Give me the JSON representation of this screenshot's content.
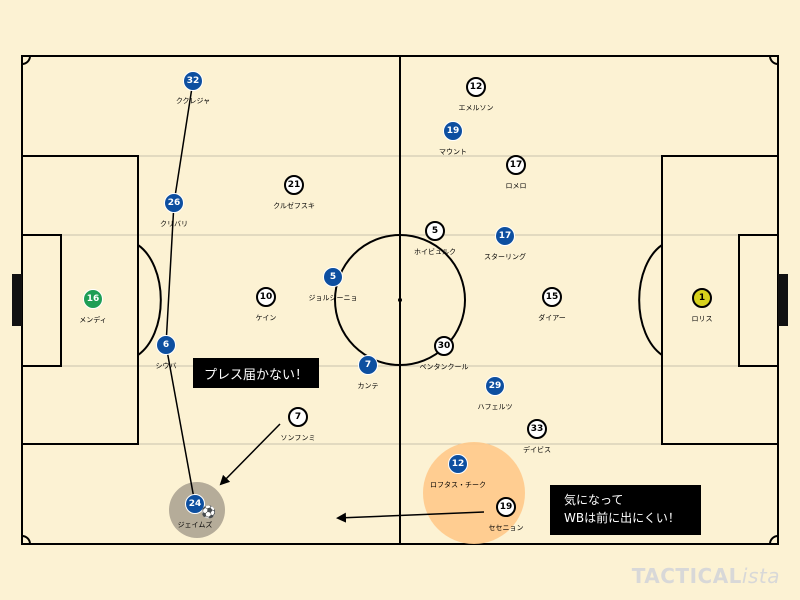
{
  "colors": {
    "background": "#fcf2d3",
    "away_team": "#0d4fa0",
    "home_team": "#ffffff",
    "away_goalkeeper": "#1e9e55",
    "home_goalkeeper": "#d7d21c",
    "highlight_zone": "#ffc98a",
    "focus_zone": "#b5ac99"
  },
  "players": [
    {
      "id": "p-away-32",
      "team": "away",
      "number": "32",
      "name": "ククレジャ"
    },
    {
      "id": "p-away-26",
      "team": "away",
      "number": "26",
      "name": "クリバリ"
    },
    {
      "id": "p-away-6",
      "team": "away",
      "number": "6",
      "name": "シウバ"
    },
    {
      "id": "p-away-16",
      "team": "gk-away",
      "number": "16",
      "name": "メンディ"
    },
    {
      "id": "p-away-5",
      "team": "away",
      "number": "5",
      "name": "ジョルジーニョ"
    },
    {
      "id": "p-away-7",
      "team": "away",
      "number": "7",
      "name": "カンテ"
    },
    {
      "id": "p-away-24",
      "team": "away",
      "number": "24",
      "name": "ジェイムズ"
    },
    {
      "id": "p-away-19",
      "team": "away",
      "number": "19",
      "name": "マウント"
    },
    {
      "id": "p-away-17",
      "team": "away",
      "number": "17",
      "name": "スターリング"
    },
    {
      "id": "p-away-29",
      "team": "away",
      "number": "29",
      "name": "ハフェルツ"
    },
    {
      "id": "p-away-12",
      "team": "away",
      "number": "12",
      "name": "ロフタス・チーク"
    },
    {
      "id": "p-home-21",
      "team": "home",
      "number": "21",
      "name": "クルゼフスキ"
    },
    {
      "id": "p-home-10",
      "team": "home",
      "number": "10",
      "name": "ケイン"
    },
    {
      "id": "p-home-7",
      "team": "home",
      "number": "7",
      "name": "ソンフンミ"
    },
    {
      "id": "p-home-12",
      "team": "home",
      "number": "12",
      "name": "エメルソン"
    },
    {
      "id": "p-home-17",
      "team": "home",
      "number": "17",
      "name": "ロメロ"
    },
    {
      "id": "p-home-5",
      "team": "home",
      "number": "5",
      "name": "ホイビュルク"
    },
    {
      "id": "p-home-15",
      "team": "home",
      "number": "15",
      "name": "ダイアー"
    },
    {
      "id": "p-home-30",
      "team": "home",
      "number": "30",
      "name": "ベンタンクール"
    },
    {
      "id": "p-home-33",
      "team": "home",
      "number": "33",
      "name": "デイビス"
    },
    {
      "id": "p-home-19",
      "team": "home",
      "number": "19",
      "name": "セセニョン"
    },
    {
      "id": "p-home-1",
      "team": "gk-home",
      "number": "1",
      "name": "ロリス"
    }
  ],
  "callouts": {
    "press": "プレス届かない！",
    "wb_line1": "気になって",
    "wb_line2": "WBは前に出にくい！"
  },
  "ball_icon": "soccer-ball-icon",
  "watermark": {
    "part_a": "TACTICAL",
    "part_b": "ista"
  }
}
